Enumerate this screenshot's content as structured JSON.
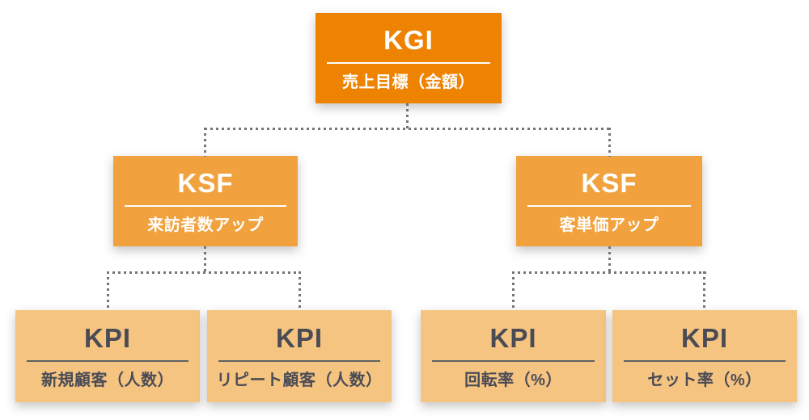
{
  "diagram": {
    "title": "KGI / KSF / KPI tree",
    "colors": {
      "background": "#FFFFFF",
      "kgi_bg": "#EE8301",
      "ksf_bg": "#F1A23F",
      "kpi_bg": "#F5C480",
      "light_text": "#FFFFFF",
      "dark_text": "#4A4B55",
      "kpi_divider": "#5F6066",
      "connector": "#757575"
    },
    "nodes": {
      "kgi": {
        "label": "KGI",
        "sublabel": "売上目標（金額）"
      },
      "ksf_left": {
        "label": "KSF",
        "sublabel": "来訪者数アップ"
      },
      "ksf_right": {
        "label": "KSF",
        "sublabel": "客単価アップ"
      },
      "kpi_1": {
        "label": "KPI",
        "sublabel": "新規顧客（人数）"
      },
      "kpi_2": {
        "label": "KPI",
        "sublabel": "リピート顧客（人数）"
      },
      "kpi_3": {
        "label": "KPI",
        "sublabel": "回転率（%）"
      },
      "kpi_4": {
        "label": "KPI",
        "sublabel": "セット率（%）"
      }
    }
  }
}
